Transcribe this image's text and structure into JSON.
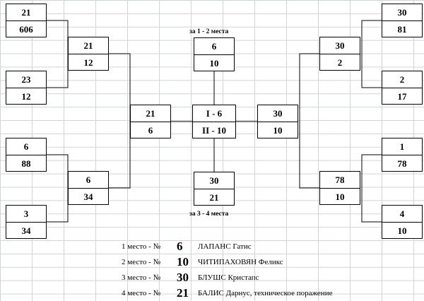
{
  "left_round1": [
    {
      "top": "21",
      "bottom": "606"
    },
    {
      "top": "23",
      "bottom": "12"
    },
    {
      "top": "6",
      "bottom": "88"
    },
    {
      "top": "3",
      "bottom": "34"
    }
  ],
  "left_round2": [
    {
      "top": "21",
      "bottom": "12"
    },
    {
      "top": "6",
      "bottom": "34"
    }
  ],
  "left_semi": {
    "top": "21",
    "bottom": "6"
  },
  "right_round1": [
    {
      "top": "30",
      "bottom": "81"
    },
    {
      "top": "2",
      "bottom": "17"
    },
    {
      "top": "1",
      "bottom": "78"
    },
    {
      "top": "4",
      "bottom": "10"
    }
  ],
  "right_round2": [
    {
      "top": "30",
      "bottom": "2"
    },
    {
      "top": "78",
      "bottom": "10"
    }
  ],
  "right_semi": {
    "top": "30",
    "bottom": "10"
  },
  "final_12": {
    "top": "6",
    "bottom": "10"
  },
  "final_center": {
    "top": "I - 6",
    "bottom": "II  - 10"
  },
  "final_34": {
    "top": "30",
    "bottom": "21"
  },
  "label_12": "за 1 - 2 места",
  "label_34": "за 3 - 4 места",
  "results": [
    {
      "place": "1 место - №",
      "number": "6",
      "name": "ЛАПАНС Гатис"
    },
    {
      "place": "2 место - №",
      "number": "10",
      "name": "ЧИТИПАХОВЯН Феликс"
    },
    {
      "place": "3 место - №",
      "number": "30",
      "name": "БЛУШС Кристапс"
    },
    {
      "place": "4 место - №",
      "number": "21",
      "name": "БАЛИС Дарнус, техническое поражение"
    }
  ]
}
